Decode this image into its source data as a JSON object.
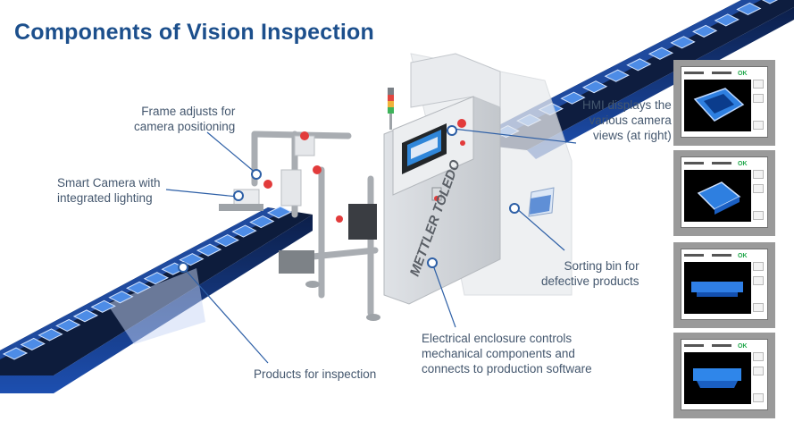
{
  "title": "Components of Vision Inspection",
  "brand": {
    "logo_text": "METTLER TOLEDO"
  },
  "callouts": {
    "frame": [
      "Frame adjusts for",
      "camera positioning"
    ],
    "camera": [
      "Smart Camera with",
      "integrated lighting"
    ],
    "hmi": [
      "HMI displays the",
      "various camera",
      "views (at right)"
    ],
    "sorting": [
      "Sorting bin for",
      "defective products"
    ],
    "electrical": [
      "Electrical enclosure controls",
      "mechanical components and",
      "connects to production software"
    ],
    "products": [
      "Products for inspection"
    ]
  },
  "hmi_panels": [
    {
      "status": "OK",
      "view": "tray-top"
    },
    {
      "status": "OK",
      "view": "tray-angled"
    },
    {
      "status": "OK",
      "view": "tray-side"
    },
    {
      "status": "OK",
      "view": "tray-side-close"
    }
  ],
  "colors": {
    "title": "#1c4f8c",
    "conveyor": "#3a78d6",
    "label": "#44576e",
    "ok": "#1fa84a"
  }
}
